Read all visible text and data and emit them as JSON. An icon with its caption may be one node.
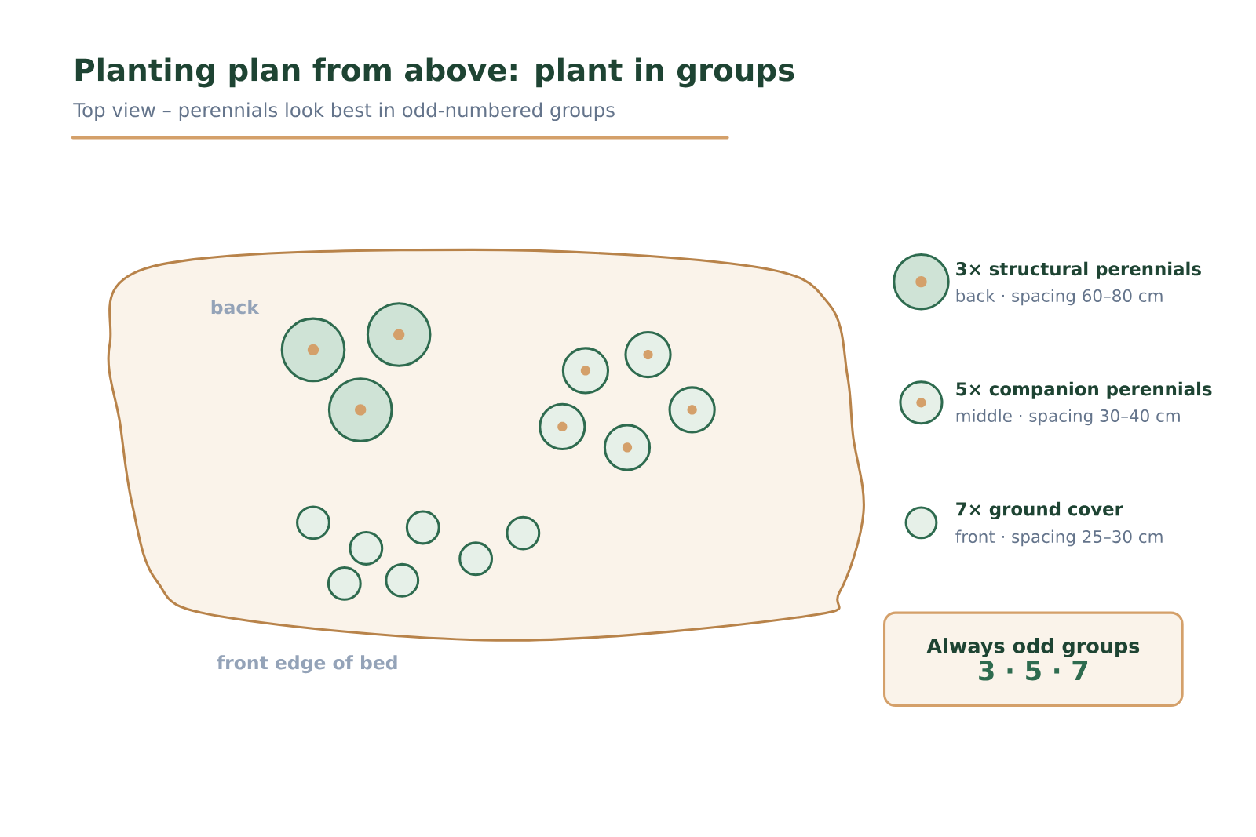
{
  "diagram": {
    "title": "Planting plan from above: plant in groups",
    "nodes": [
      {
        "text": [
          "Always odd groups",
          "3 · 5 · 7"
        ]
      }
    ],
    "labels": [
      "Top view – perennials look best in odd-numbered groups",
      "back",
      "back · spacing 60–80 cm",
      "middle · spacing 30–40 cm",
      "front · spacing 25–30 cm",
      "front edge of bed"
    ],
    "legend": [
      {
        "text": "3× structural perennials"
      },
      {
        "text": "5× companion perennials"
      },
      {
        "text": "7× ground cover"
      }
    ]
  }
}
